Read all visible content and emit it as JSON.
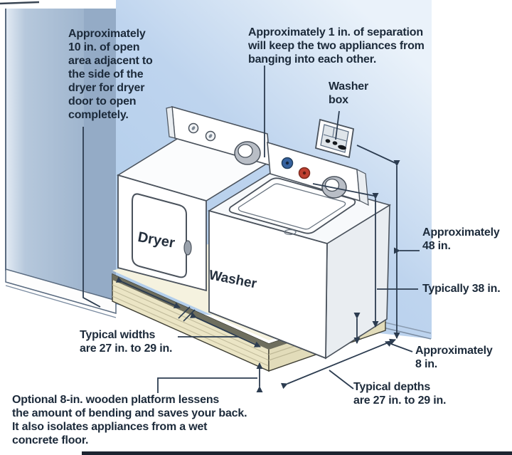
{
  "diagram_title": "Washer and dryer installation clearance diagram",
  "colors": {
    "back_wall": "#b4cdea",
    "back_wall_light": "#eaf2fa",
    "left_wall": "#a7bcd4",
    "left_wall_dark": "#93aac5",
    "wood": "#ebe5c5",
    "wood_line": "#c3bd9d",
    "wood_edge_dark": "#6e6e5e",
    "appliance": "#ffffff",
    "appliance_shade": "#e9edf1",
    "outline": "#4a525c",
    "annotation_line": "#2c3c50",
    "text": "#1c2a3a",
    "hot_knob_red": "#bf4030",
    "cold_knob_blue": "#36629f"
  },
  "annotations": {
    "door_clearance": {
      "text": "Approximately 10 in. of open area adjacent to the side of the dryer for dryer door to open completely.",
      "lines": [
        "Approximately",
        "10 in. of open",
        "area adjacent to",
        "the side of the",
        "dryer for dryer",
        "door to open",
        "completely."
      ]
    },
    "separation": {
      "text": "Approximately 1 in. of separation will keep the two appliances from banging into each other.",
      "lines": [
        "Approximately 1 in. of separation",
        "will keep the two appliances from",
        "banging into each other."
      ]
    },
    "washer_box": {
      "text": "Washer box",
      "lines": [
        "Washer",
        "box"
      ]
    },
    "height_48": {
      "text": "Approximately 48 in.",
      "lines": [
        "Approximately",
        "48 in."
      ]
    },
    "height_38": {
      "text": "Typically 38 in.",
      "lines": [
        "Typically 38 in."
      ]
    },
    "platform_height": {
      "text": "Approximately 8 in.",
      "lines": [
        "Approximately",
        "8 in."
      ]
    },
    "depths": {
      "text": "Typical depths are 27 in. to 29 in.",
      "lines": [
        "Typical depths",
        "are 27 in. to 29 in."
      ]
    },
    "widths": {
      "text": "Typical widths are 27 in. to 29 in.",
      "lines": [
        "Typical widths",
        "are 27 in. to 29 in."
      ]
    },
    "platform_note": {
      "text": "Optional 8-in. wooden platform lessens the amount of bending and saves your back. It also isolates appliances from a wet concrete floor.",
      "lines": [
        "Optional 8-in. wooden platform lessens",
        "the amount of bending and saves your back.",
        "It also isolates appliances from a wet",
        "concrete floor."
      ]
    }
  },
  "appliances": {
    "dryer_label": "Dryer",
    "washer_label": "Washer"
  }
}
